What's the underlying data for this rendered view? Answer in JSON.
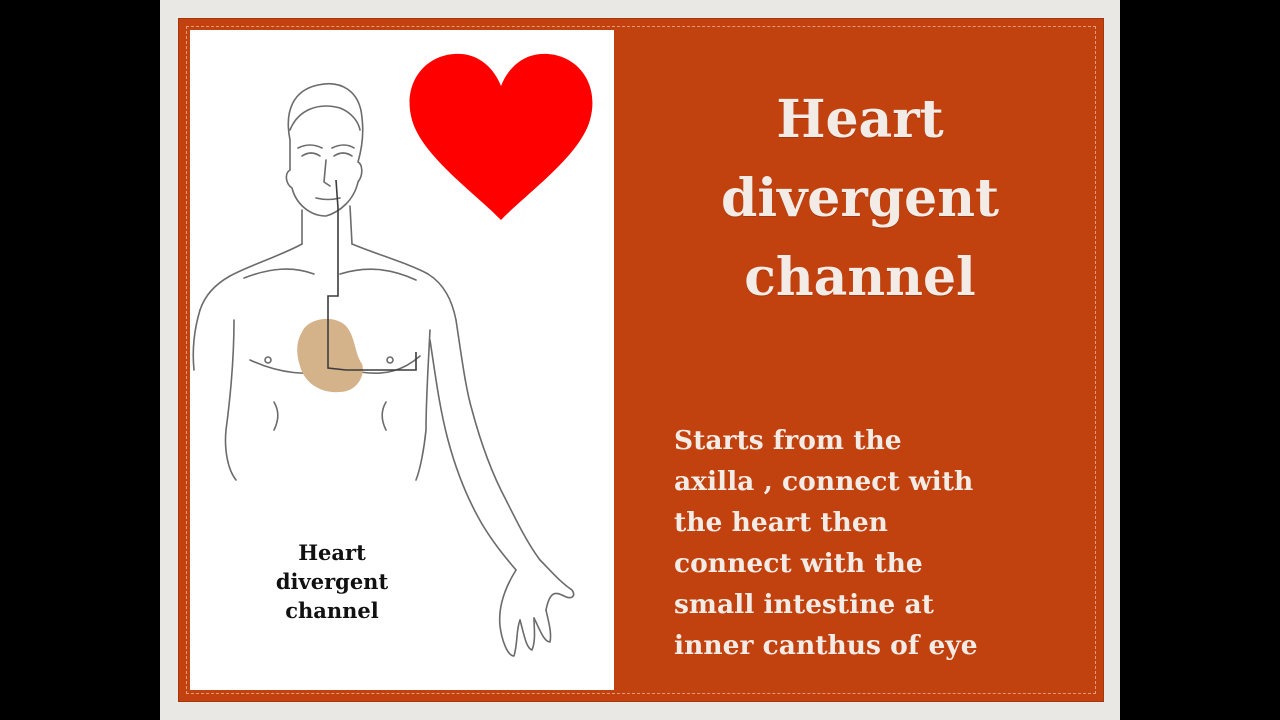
{
  "slide": {
    "title": "Heart\ndivergent\nchannel",
    "figure_caption": "Heart divergent channel",
    "description": "Starts from the\naxilla , connect with\nthe heart then\nconnect with the\nsmall intestine at\ninner canthus of eye"
  },
  "colors": {
    "frame": "#c1410f",
    "heart": "#fe0000",
    "heart_zone": "#d5b38a",
    "text_light": "#f3ece6"
  },
  "icons": {
    "heart": "heart-icon",
    "body": "human-torso-illustration"
  }
}
